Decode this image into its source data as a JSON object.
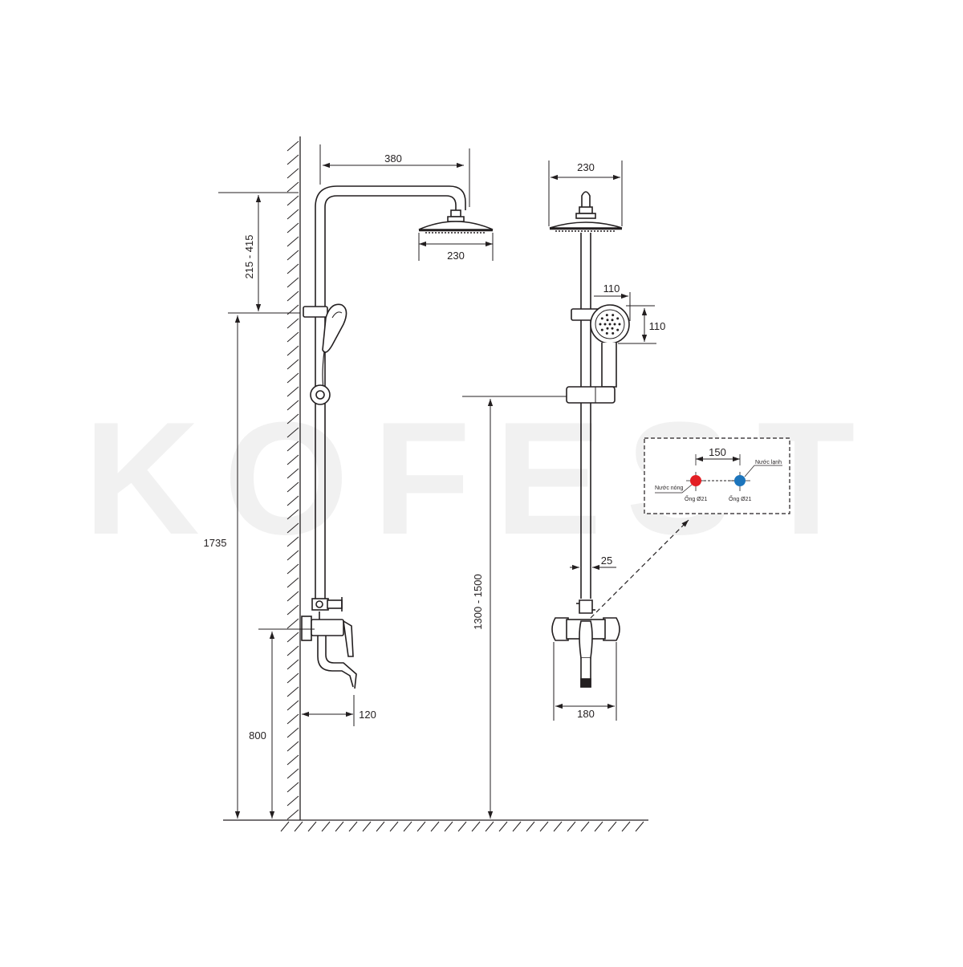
{
  "watermark": "KOFEST",
  "colors": {
    "line": "#231f20",
    "hot": "#e31e24",
    "cold": "#1c75bc"
  },
  "side_view": {
    "dim_arm_length": "380",
    "dim_head_diameter": "230",
    "dim_head_height_range": "215 - 415",
    "dim_total_height": "1735",
    "dim_mixer_height": "800",
    "dim_spout_projection": "120"
  },
  "front_view": {
    "dim_head_diameter": "230",
    "dim_hand_width": "110",
    "dim_hand_height": "110",
    "dim_holder_height_range": "1300 - 1500",
    "dim_pipe_diameter": "25",
    "dim_mixer_width": "180"
  },
  "inlet_detail": {
    "dim_spacing": "150",
    "hot_label": "Nước nóng",
    "cold_label": "Nước lạnh",
    "hot_pipe": "Ống Ø21",
    "cold_pipe": "Ống Ø21"
  }
}
